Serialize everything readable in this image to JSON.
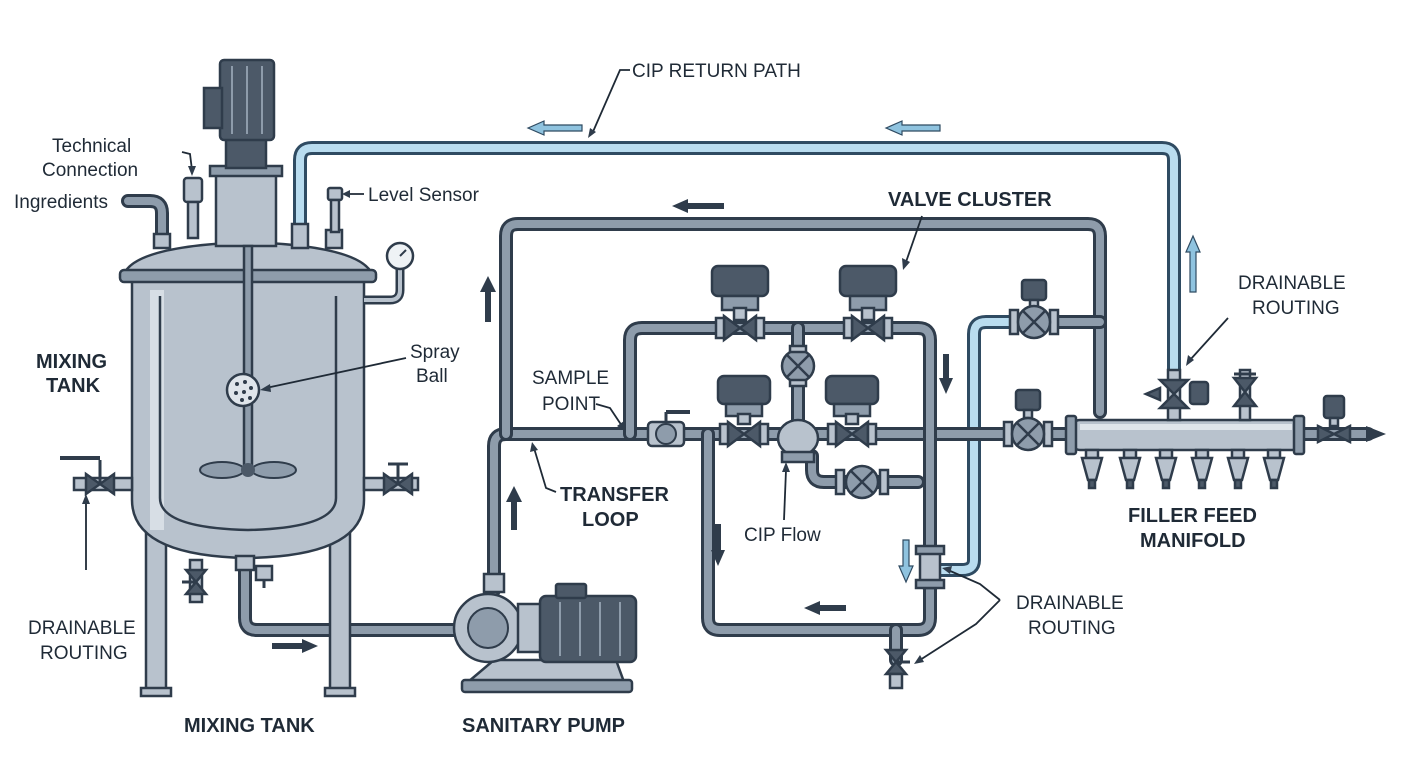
{
  "labels": {
    "cip_return_path": "CIP RETURN PATH",
    "technical_connection_line1": "Technical",
    "technical_connection_line2": "Connection",
    "ingredients": "Ingredients",
    "level_sensor": "Level Sensor",
    "valve_cluster": "VALVE CLUSTER",
    "mixing_tank_side_line1": "MIXING",
    "mixing_tank_side_line2": "TANK",
    "spray_ball_line1": "Spray",
    "spray_ball_line2": "Ball",
    "sample_point_line1": "SAMPLE",
    "sample_point_line2": "POINT",
    "transfer_loop_line1": "TRANSFER",
    "transfer_loop_line2": "LOOP",
    "cip_flow": "CIP Flow",
    "drainable_routing_left_line1": "DRAINABLE",
    "drainable_routing_left_line2": "ROUTING",
    "drainable_routing_mid_line1": "DRAINABLE",
    "drainable_routing_mid_line2": "ROUTING",
    "drainable_routing_right_line1": "DRAINABLE",
    "drainable_routing_right_line2": "ROUTING",
    "filler_feed_manifold_line1": "FILLER FEED",
    "filler_feed_manifold_line2": "MANIFOLD",
    "mixing_tank_bottom": "MIXING TANK",
    "sanitary_pump": "SANITARY PUMP"
  },
  "colors": {
    "product_pipe": "#2f3c4b",
    "cip_pipe_fill": "#b9dcef",
    "steel": "#b8c2cd",
    "text": "#1f2a36"
  }
}
